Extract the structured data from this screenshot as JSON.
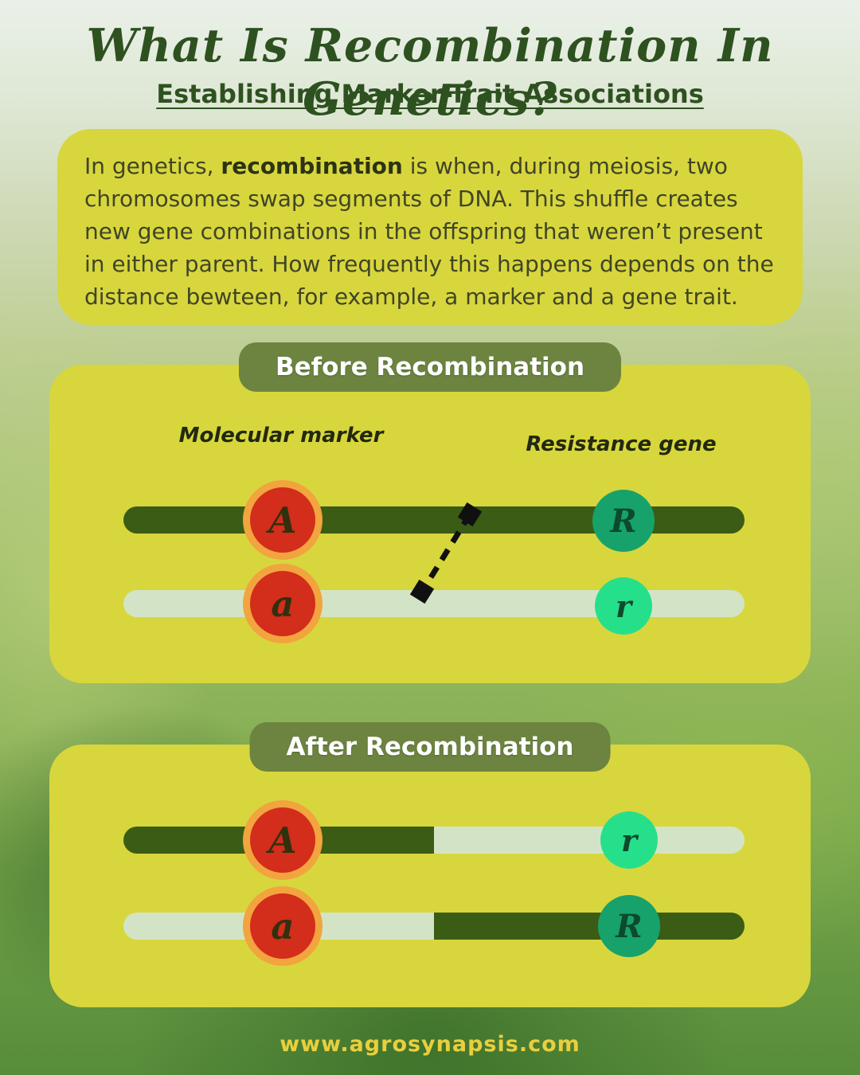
{
  "page": {
    "title": "What Is Recombination In Genetics?",
    "subtitle": "Establishing Marker-Trait Associations",
    "footer": "www.agrosynapsis.com"
  },
  "intro": {
    "prefix": "In genetics, ",
    "bold": "recombination",
    "suffix": " is when, during meiosis,  two chromosomes swap segments of DNA. This shuffle creates new gene combinations in the offspring that weren’t present in either parent.  How frequently this happens depends on the distance bewteen, for example, a marker and a gene trait."
  },
  "before": {
    "heading": "Before Recombination",
    "labels": {
      "marker": "Molecular marker",
      "gene": "Resistance gene"
    },
    "chromosome1": {
      "marker": "A",
      "gene": "R"
    },
    "chromosome2": {
      "marker": "a",
      "gene": "r"
    }
  },
  "after": {
    "heading": "After Recombination",
    "chromosome1": {
      "marker": "A",
      "gene": "r"
    },
    "chromosome2": {
      "marker": "a",
      "gene": "R"
    }
  },
  "colors": {
    "panel-yellow": "#d8d63d",
    "badge-green": "#6c8440",
    "bar-dark": "#3b5c15",
    "bar-light": "#d3e4c6",
    "allele-red": "#d32d1b",
    "ring-orange": "#f2a43e",
    "gene-teal": "#17a26c",
    "gene-green": "#26df8b",
    "title-green": "#2e5120",
    "footer-yellow": "#e9cf3e",
    "text-dark": "#3f4526"
  }
}
